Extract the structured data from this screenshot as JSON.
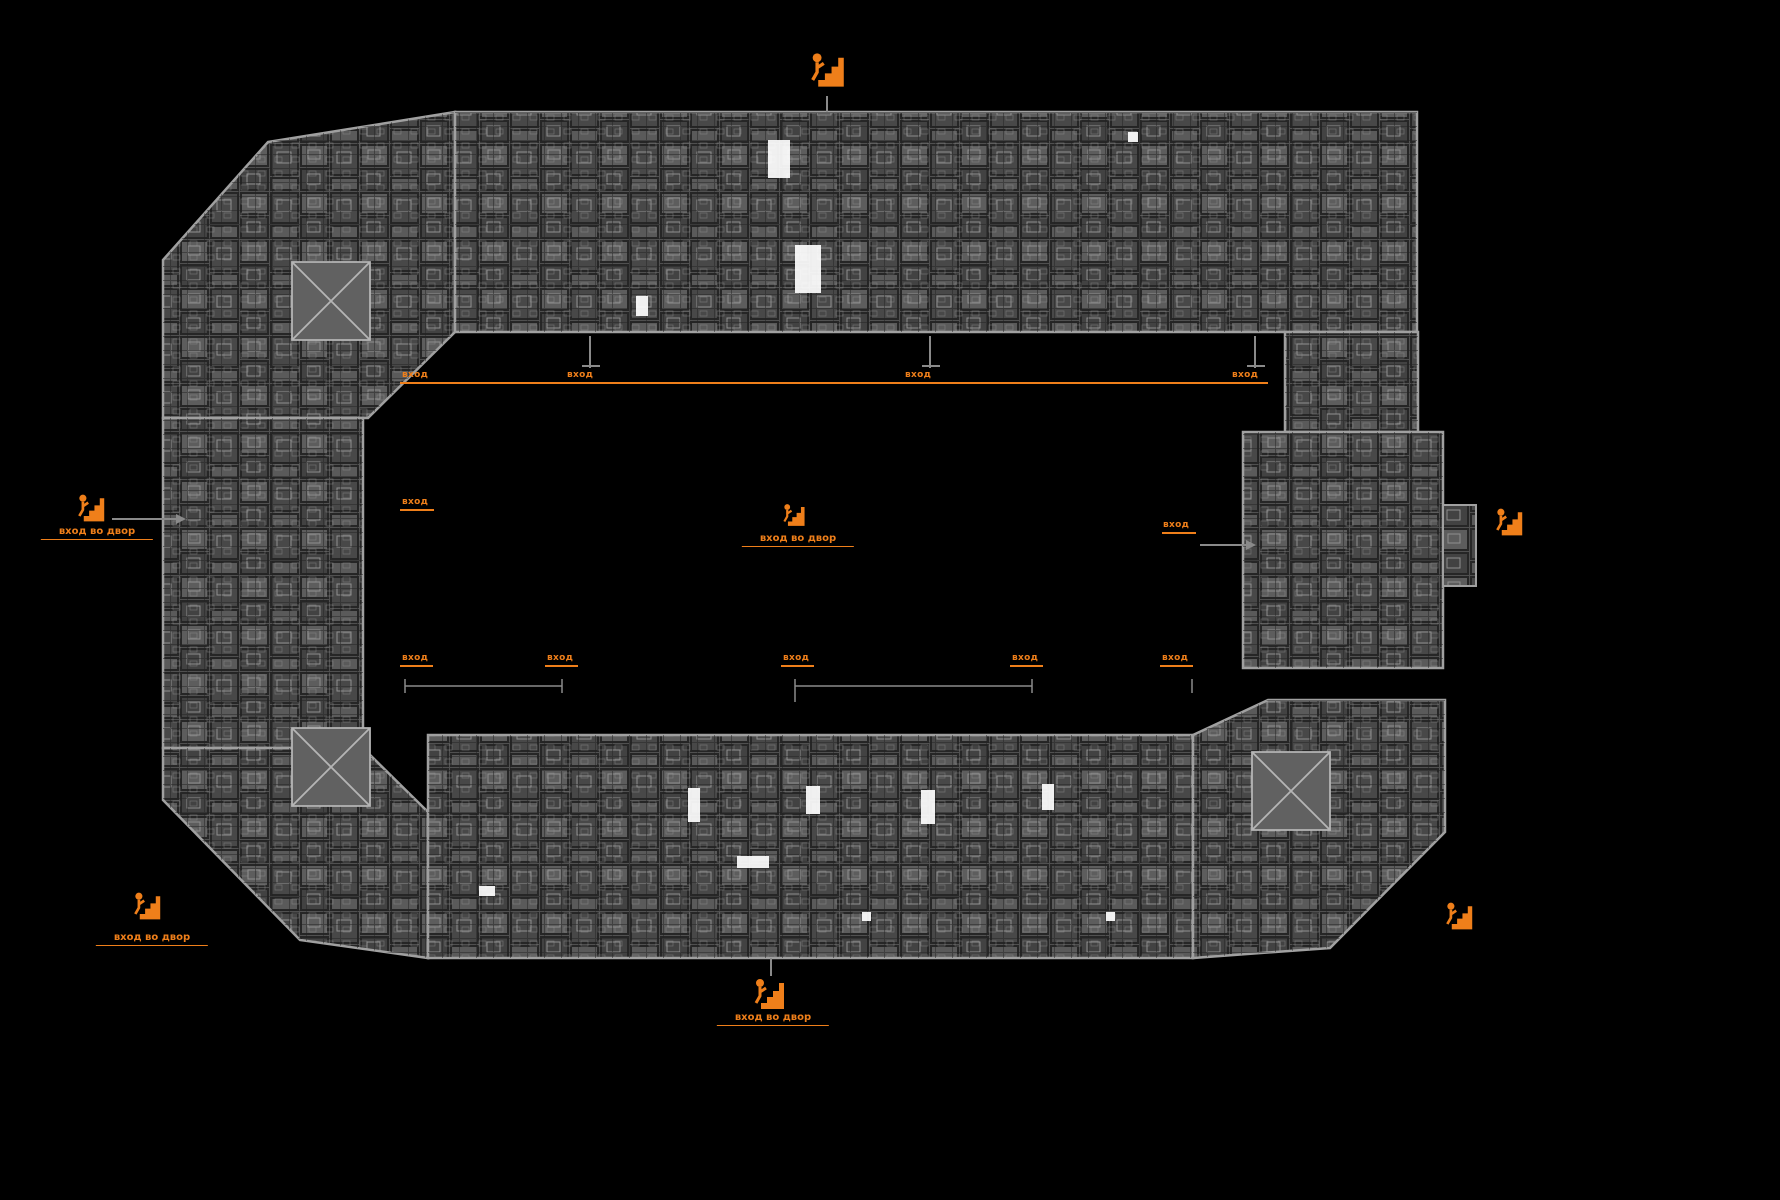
{
  "scene": {
    "background": "#000000"
  },
  "palette": {
    "accent": "#ef7f1a",
    "wall_line": "#a0a0a0",
    "room_fill": "#505050",
    "dim_line": "#8a8a8a",
    "highlight": "#ffffff"
  },
  "icons": {
    "entrance": "stairs-entrance-icon"
  },
  "entrance_line_labels": [
    {
      "text": "вход"
    },
    {
      "text": "вход"
    },
    {
      "text": "вход"
    },
    {
      "text": "вход"
    },
    {
      "text": "вход"
    },
    {
      "text": "вход"
    },
    {
      "text": "вход"
    },
    {
      "text": "вход"
    },
    {
      "text": "вход"
    },
    {
      "text": "вход"
    },
    {
      "text": "вход"
    }
  ],
  "gate_labels": [
    {
      "text": "вход во двор"
    },
    {
      "text": "вход во двор"
    },
    {
      "text": "вход во двор"
    },
    {
      "text": "вход во двор"
    }
  ]
}
